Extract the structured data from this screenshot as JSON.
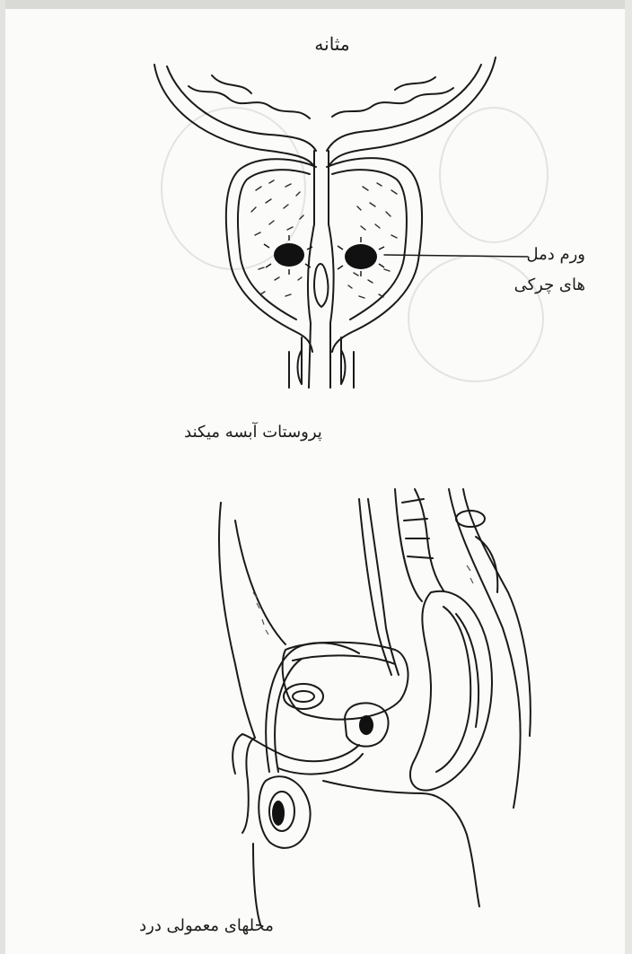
{
  "labels": {
    "bladder": "مثانه",
    "abscess_line1": "ورم دمل",
    "abscess_line2": "های چرکی",
    "prostate_caption": "پروستات آبسه میکند",
    "pain_caption": "محلهای معمولی درد"
  }
}
